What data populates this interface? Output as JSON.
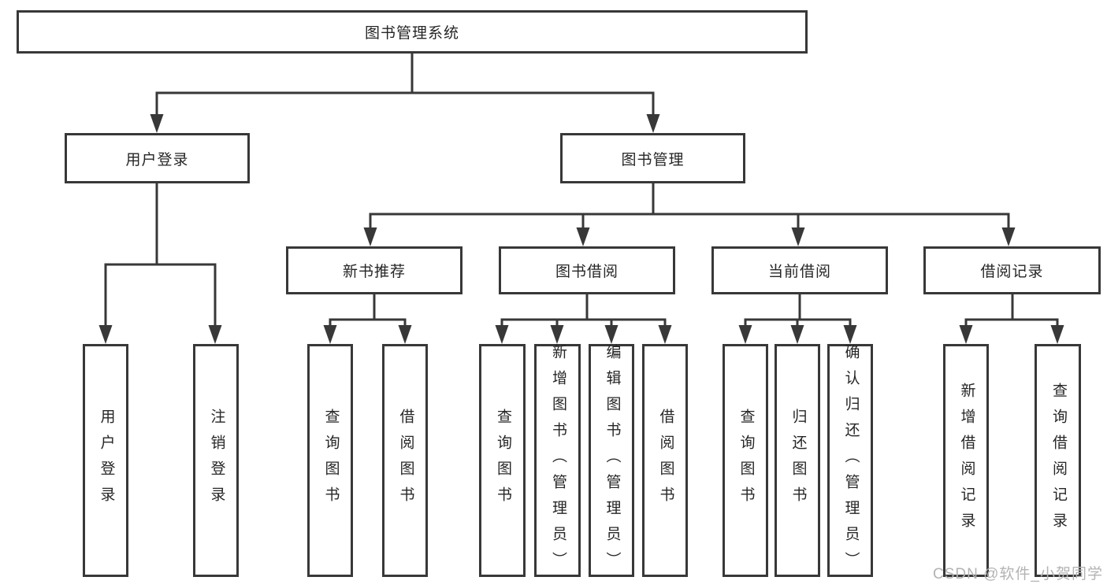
{
  "diagram_title": "图书管理系统",
  "colors": {
    "line": "#383838",
    "box_border": "#383838",
    "box_background": "#ffffff",
    "text": "#262626",
    "watermark": "#b3b3b3"
  },
  "nodes": {
    "root": {
      "label": "图书管理系统"
    },
    "user_login": {
      "label": "用户登录"
    },
    "book_management": {
      "label": "图书管理"
    },
    "new_book_recommend": {
      "label": "新书推荐"
    },
    "book_borrowing": {
      "label": "图书借阅"
    },
    "current_borrowing": {
      "label": "当前借阅"
    },
    "borrowing_records": {
      "label": "借阅记录"
    },
    "leaf_user_login": {
      "label": "用户登录"
    },
    "leaf_logout": {
      "label": "注销登录"
    },
    "leaf_rec_query_books": {
      "label": "查询图书"
    },
    "leaf_rec_borrow_books": {
      "label": "借阅图书"
    },
    "leaf_bb_query_books": {
      "label": "查询图书"
    },
    "leaf_bb_add_books": {
      "label": "新增图书（管理员）"
    },
    "leaf_bb_edit_books": {
      "label": "编辑图书（管理员）"
    },
    "leaf_bb_borrow_books": {
      "label": "借阅图书"
    },
    "leaf_cb_query_books": {
      "label": "查询图书"
    },
    "leaf_cb_return_books": {
      "label": "归还图书"
    },
    "leaf_cb_confirm_return": {
      "label": "确认归还（管理员）"
    },
    "leaf_br_add_record": {
      "label": "新增借阅记录"
    },
    "leaf_br_query_record": {
      "label": "查询借阅记录"
    }
  },
  "hierarchy": {
    "图书管理系统": [
      "用户登录",
      "图书管理"
    ],
    "用户登录": [
      "用户登录",
      "注销登录"
    ],
    "图书管理": [
      "新书推荐",
      "图书借阅",
      "当前借阅",
      "借阅记录"
    ],
    "新书推荐": [
      "查询图书",
      "借阅图书"
    ],
    "图书借阅": [
      "查询图书",
      "新增图书（管理员）",
      "编辑图书（管理员）",
      "借阅图书"
    ],
    "当前借阅": [
      "查询图书",
      "归还图书",
      "确认归还（管理员）"
    ],
    "借阅记录": [
      "新增借阅记录",
      "查询借阅记录"
    ]
  },
  "watermark": {
    "text": "CSDN @软件_小贺同学"
  }
}
